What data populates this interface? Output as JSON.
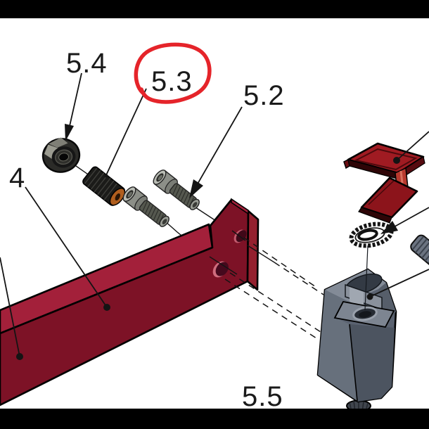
{
  "figure": {
    "background": "#ffffff",
    "letterbox_color": "#000000",
    "callout_labels": {
      "part_4": "4",
      "part_5_2": "5.2",
      "part_5_3": "5.3",
      "part_5_4": "5.4",
      "part_5_5": "5.5"
    },
    "highlight": {
      "color": "#e5242a",
      "target_label": "5.3"
    },
    "part_colors": {
      "beam_front": "#7d1226",
      "beam_top": "#a3203a",
      "beam_side": "#94202e",
      "bracket_red": "#a01b22",
      "bracket_arm": "#8c141b",
      "block_gray": "#5a6270",
      "block_left": "#67707c",
      "block_step": "#7d8591",
      "block_top": "#838b97",
      "fastener_dark": "#1b1b19",
      "fastener_metal": "#8c8f88",
      "tip_orange": "#b05e1e"
    }
  }
}
